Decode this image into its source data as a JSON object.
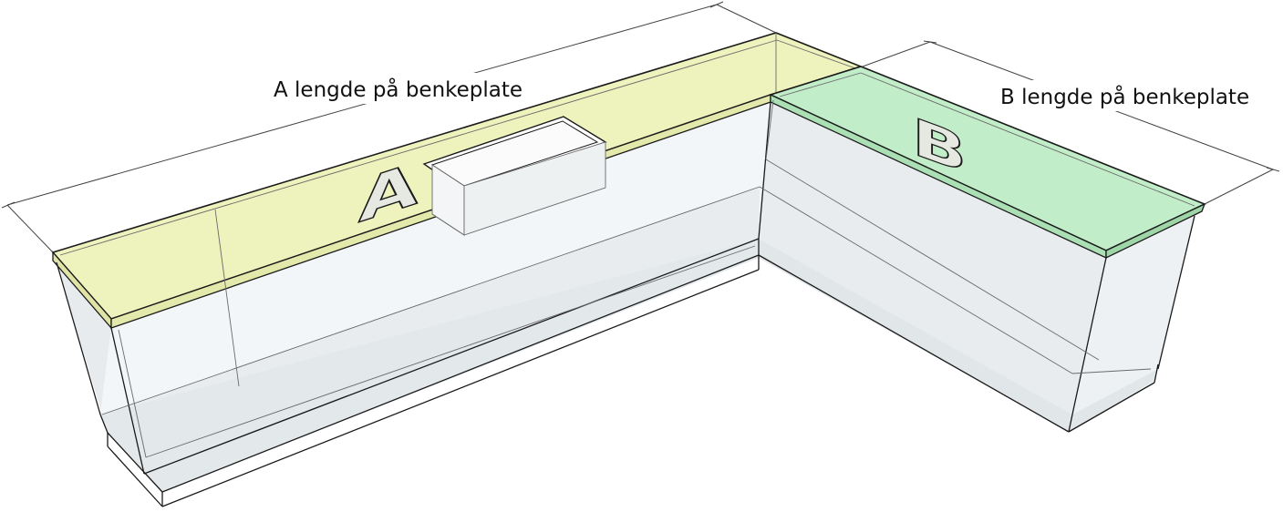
{
  "labels": {
    "a": "A lengde på benkeplate",
    "b": "B lengde på benkeplate"
  },
  "markers": {
    "a": "A",
    "b": "B"
  },
  "colors": {
    "countertop_a": "#eef2bd",
    "countertop_b": "#c2edc9",
    "cabinet_side": "#e9edf0",
    "cabinet_front": "#f2f5f7",
    "outline": "#1a1a1a"
  }
}
